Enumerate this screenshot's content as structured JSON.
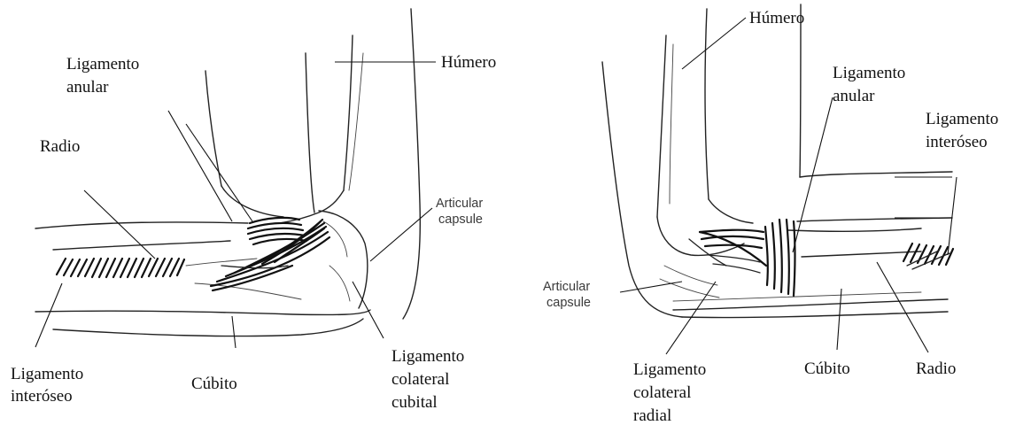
{
  "left_figure": {
    "labels": {
      "annular_1": "Ligamento",
      "annular_2": "anular",
      "humerus": "Húmero",
      "radius": "Radio",
      "capsule_1": "Articular",
      "capsule_2": "capsule",
      "interosseous_1": "Ligamento",
      "interosseous_2": "interóseo",
      "ulna": "Cúbito",
      "ulnar_collateral_1": "Ligamento",
      "ulnar_collateral_2": "colateral",
      "ulnar_collateral_3": "cubital"
    }
  },
  "right_figure": {
    "labels": {
      "humerus": "Húmero",
      "annular_1": "Ligamento",
      "annular_2": "anular",
      "interosseous_1": "Ligamento",
      "interosseous_2": "interóseo",
      "capsule_1": "Articular",
      "capsule_2": "capsule",
      "radial_collateral_1": "Ligamento",
      "radial_collateral_2": "colateral",
      "radial_collateral_3": "radial",
      "ulna": "Cúbito",
      "radius": "Radio"
    }
  }
}
